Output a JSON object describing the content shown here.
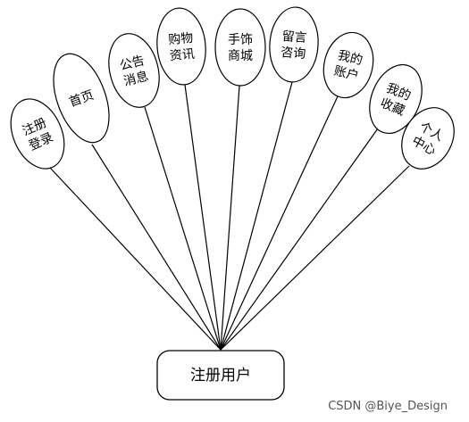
{
  "diagram": {
    "root": {
      "label": "注册用户"
    },
    "nodes": [
      {
        "id": "register-login",
        "lines": [
          "注册",
          "登录"
        ]
      },
      {
        "id": "home",
        "lines": [
          "首页"
        ]
      },
      {
        "id": "announcements",
        "lines": [
          "公告",
          "消息"
        ]
      },
      {
        "id": "shopping-info",
        "lines": [
          "购物",
          "资讯"
        ]
      },
      {
        "id": "handmade-mall",
        "lines": [
          "手饰",
          "商城"
        ]
      },
      {
        "id": "message-consult",
        "lines": [
          "留言",
          "咨询"
        ]
      },
      {
        "id": "my-account",
        "lines": [
          "我的",
          "账户"
        ]
      },
      {
        "id": "my-favorites",
        "lines": [
          "我的",
          "收藏"
        ]
      },
      {
        "id": "personal-center",
        "lines": [
          "个人",
          "中心"
        ]
      }
    ]
  },
  "watermark": "CSDN @Biye_Design"
}
